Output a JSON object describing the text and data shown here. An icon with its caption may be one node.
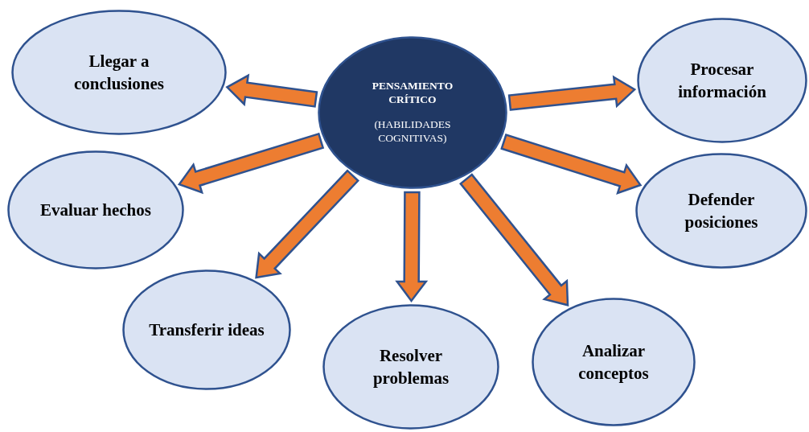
{
  "diagram": {
    "nodes": [
      {
        "text": [
          "PENSAMIENTO CRÍTICO",
          "(HABILIDADES COGNITIVAS)"
        ]
      },
      {
        "text": [
          "Llegar a conclusiones"
        ]
      },
      {
        "text": [
          "Procesar información"
        ]
      },
      {
        "text": [
          "Evaluar hechos"
        ]
      },
      {
        "text": [
          "Defender posiciones"
        ]
      },
      {
        "text": [
          "Transferir ideas"
        ]
      },
      {
        "text": [
          "Resolver problemas"
        ]
      },
      {
        "text": [
          "Analizar conceptos"
        ]
      }
    ],
    "edges": [
      {
        "from": 0,
        "to": 1,
        "arrow": "to"
      },
      {
        "from": 0,
        "to": 2,
        "arrow": "to"
      },
      {
        "from": 0,
        "to": 3,
        "arrow": "to"
      },
      {
        "from": 0,
        "to": 4,
        "arrow": "to"
      },
      {
        "from": 0,
        "to": 5,
        "arrow": "to"
      },
      {
        "from": 0,
        "to": 6,
        "arrow": "to"
      },
      {
        "from": 0,
        "to": 7,
        "arrow": "to"
      }
    ]
  }
}
